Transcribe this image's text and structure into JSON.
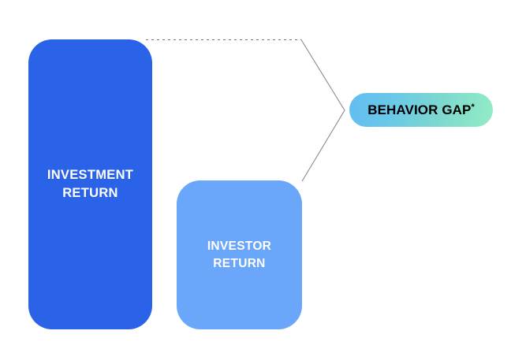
{
  "diagram": {
    "title_semantic": "behavior-gap-diagram",
    "background_color": "#ffffff",
    "bars": [
      {
        "id": "investment-return",
        "label_line1": "INVESTMENT",
        "label_line2": "RETURN",
        "color": "#2a63e8",
        "text_color": "#ffffff",
        "relative_height": 368,
        "relative_width": 157
      },
      {
        "id": "investor-return",
        "label_line1": "INVESTOR",
        "label_line2": "RETURN",
        "color": "#6aa6fa",
        "text_color": "#ffffff",
        "relative_height": 189,
        "relative_width": 159
      }
    ],
    "badge": {
      "label": "BEHAVIOR GAP",
      "superscript": "*",
      "text_color": "#000000",
      "gradient_from": "#62bdf2",
      "gradient_to": "#93ecc4"
    },
    "connectors": {
      "dotted_line_color": "#6e6e6e",
      "chevron_line_color": "#8a8a8a",
      "dotted_label": "top-reference-line",
      "chevron_label": "gap-bracket"
    }
  },
  "chart_data": {
    "type": "bar",
    "title": "",
    "categories": [
      "INVESTMENT RETURN",
      "INVESTOR RETURN"
    ],
    "values": [
      368,
      189
    ],
    "value_unit": "relative pixel height (unlabeled)",
    "series": [
      {
        "name": "Return",
        "values": [
          368,
          189
        ]
      }
    ],
    "annotations": [
      {
        "text": "BEHAVIOR GAP*",
        "describes": "difference between INVESTMENT RETURN and INVESTOR RETURN"
      }
    ],
    "xlabel": "",
    "ylabel": "",
    "grid": false,
    "legend": "none",
    "colors": [
      "#2a63e8",
      "#6aa6fa"
    ]
  }
}
